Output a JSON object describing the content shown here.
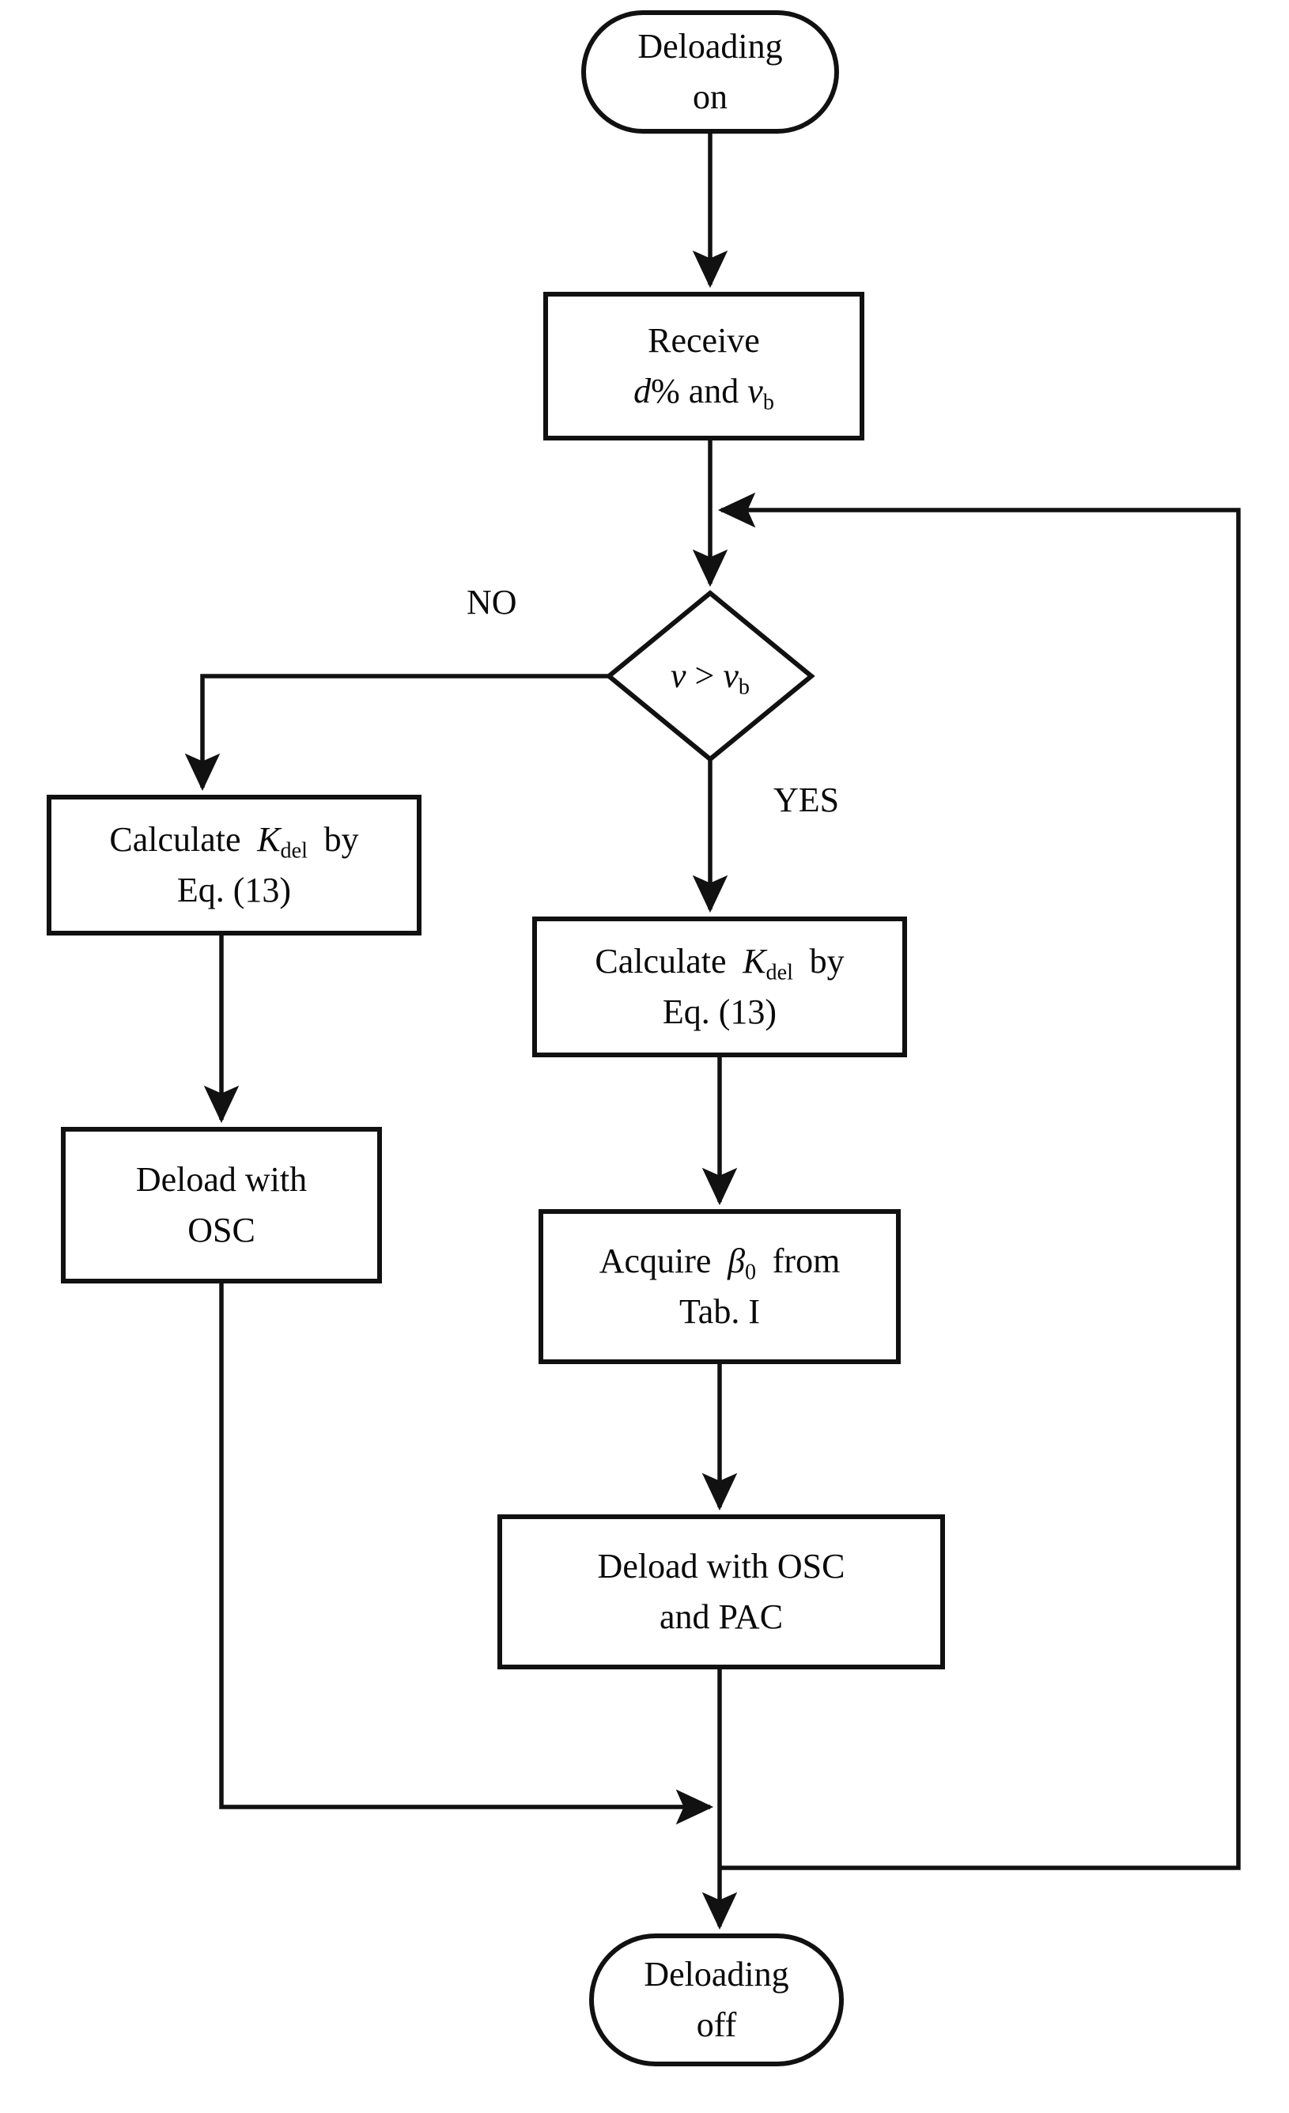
{
  "diagram": {
    "title": "Deloading control flowchart",
    "stroke_color": "#111111",
    "fill_color": "#ffffff",
    "text_color": "#0a0a0a",
    "background": "#ffffff"
  },
  "nodes": {
    "start": {
      "shape": "terminator",
      "line1": "Deloading",
      "line2": "on"
    },
    "receive": {
      "shape": "process",
      "line1": "Receive",
      "line2_pre": "d",
      "line2_mid": "% and ",
      "line2_var": "v",
      "line2_sub": "b"
    },
    "decision": {
      "shape": "decision",
      "var1": "v",
      "op": " > ",
      "var2": "v",
      "sub2": "b"
    },
    "calc_no": {
      "shape": "process",
      "line1_pre": "Calculate ",
      "line1_var": "K",
      "line1_sub": "del",
      "line1_post": " by",
      "line2": "Eq. (13)"
    },
    "deload_osc": {
      "shape": "process",
      "line1": "Deload with",
      "line2": "OSC"
    },
    "calc_yes": {
      "shape": "process",
      "line1_pre": "Calculate ",
      "line1_var": "K",
      "line1_sub": "del",
      "line1_post": " by",
      "line2": "Eq. (13)"
    },
    "acquire_beta": {
      "shape": "process",
      "line1_pre": "Acquire ",
      "line1_var": "β",
      "line1_sub": "0",
      "line1_post": " from",
      "line2": "Tab. I"
    },
    "deload_osc_pac": {
      "shape": "process",
      "line1": "Deload with OSC",
      "line2": "and PAC"
    },
    "end": {
      "shape": "terminator",
      "line1": "Deloading",
      "line2": "off"
    }
  },
  "edge_labels": {
    "no": "NO",
    "yes": "YES"
  }
}
